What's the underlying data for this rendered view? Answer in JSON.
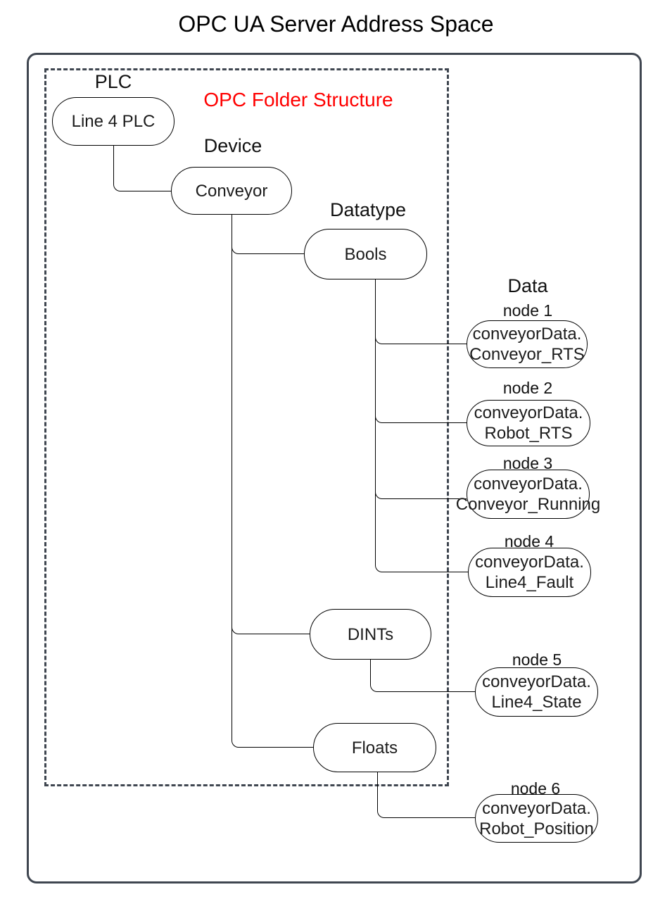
{
  "title": "OPC UA Server Address Space",
  "frame": {
    "overlay_label": "OPC Folder Structure",
    "overlay_color": "#ff0000",
    "frame_color": "#3f4650"
  },
  "headers": {
    "plc": "PLC",
    "device": "Device",
    "datatype": "Datatype",
    "data": "Data"
  },
  "folder_nodes": {
    "plc": "Line 4 PLC",
    "device": "Conveyor",
    "datatypes": {
      "bools": "Bools",
      "dints": "DINTs",
      "floats": "Floats"
    }
  },
  "data_nodes": [
    {
      "label": "node 1",
      "parent": "Bools",
      "line1": "conveyorData.",
      "line2": "Conveyor_RTS"
    },
    {
      "label": "node 2",
      "parent": "Bools",
      "line1": "conveyorData.",
      "line2": "Robot_RTS"
    },
    {
      "label": "node 3",
      "parent": "Bools",
      "line1": "conveyorData.",
      "line2": "Conveyor_Running"
    },
    {
      "label": "node 4",
      "parent": "Bools",
      "line1": "conveyorData.",
      "line2": "Line4_Fault"
    },
    {
      "label": "node 5",
      "parent": "DINTs",
      "line1": "conveyorData.",
      "line2": "Line4_State"
    },
    {
      "label": "node 6",
      "parent": "Floats",
      "line1": "conveyorData.",
      "line2": "Robot_Position"
    }
  ]
}
